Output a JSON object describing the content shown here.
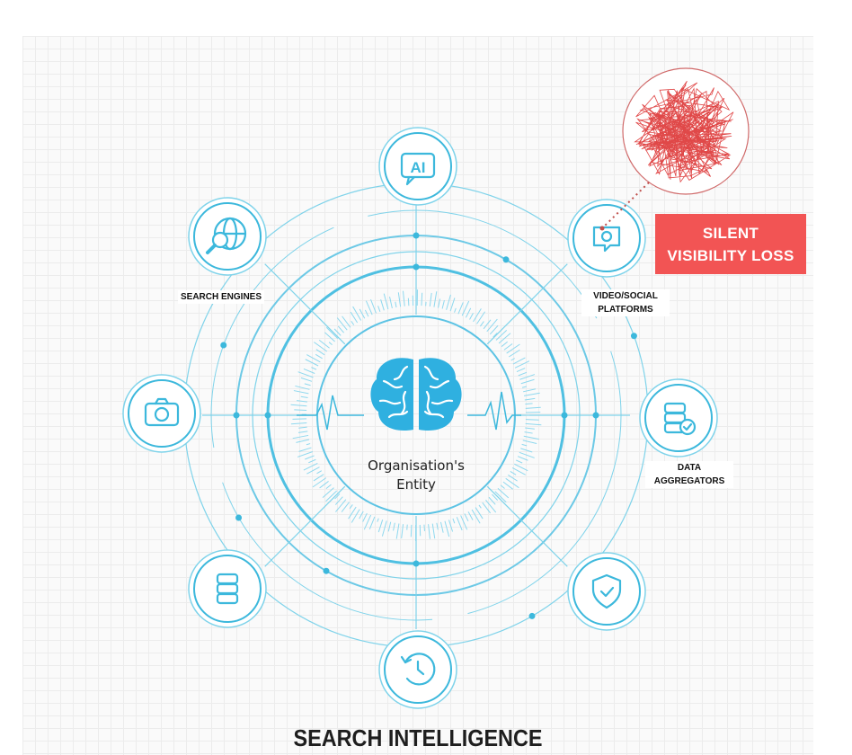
{
  "center": {
    "line1": "Organisation's",
    "line2": "Entity"
  },
  "nodes": {
    "ai": {
      "icon_text": "AI"
    },
    "search_engines": {
      "label": "SEARCH ENGINES"
    },
    "video_social": {
      "label_line1": "VIDEO/SOCIAL",
      "label_line2": "PLATFORMS"
    },
    "data_aggregators": {
      "label_line1": "DATA",
      "label_line2": "AGGREGATORS"
    }
  },
  "alert": {
    "line1": "SILENT",
    "line2": "VISIBILITY LOSS"
  },
  "title": "SEARCH INTELLIGENCE",
  "colors": {
    "primary": "#3cb8dc",
    "ring": "#7fd3ea",
    "alert": "#f25454",
    "scribble": "#e04848"
  }
}
